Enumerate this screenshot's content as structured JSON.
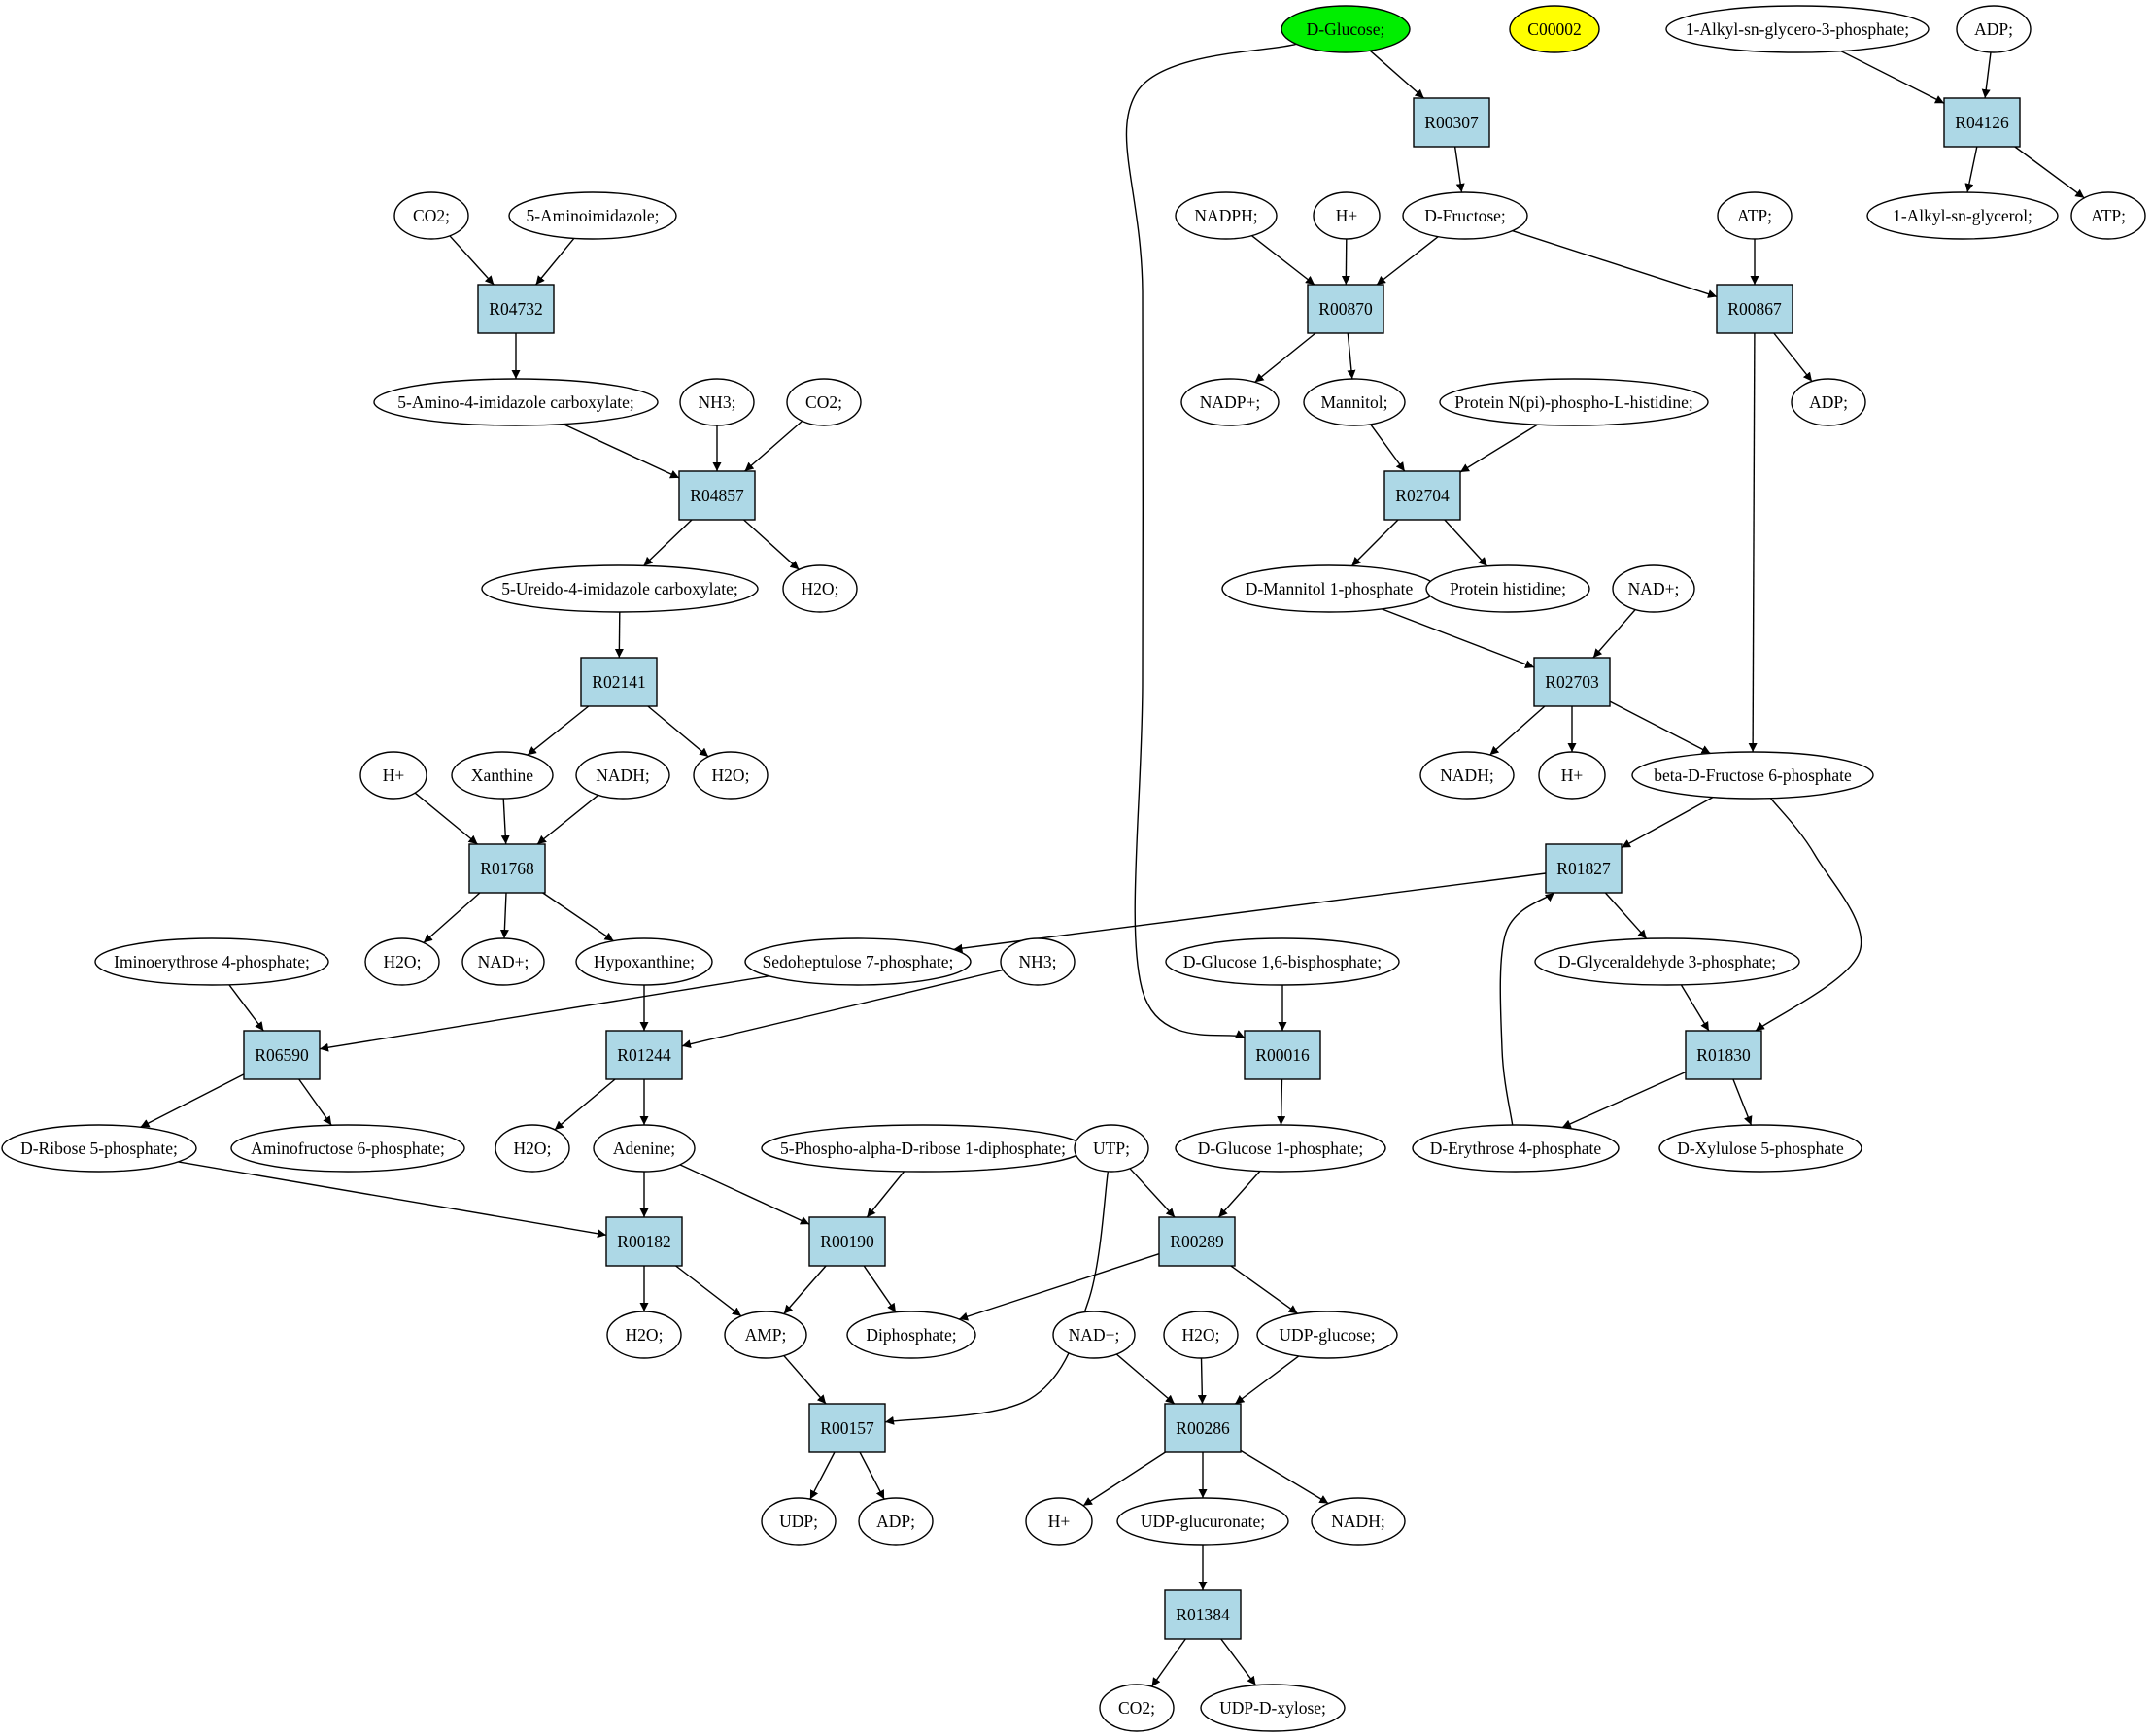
{
  "colors": {
    "reaction_fill": "#add8e6",
    "compound_fill": "#ffffff",
    "start_fill": "#00ee00",
    "marker_fill": "#ffff00",
    "stroke": "#000000"
  },
  "nodes": {
    "n_dglucose_top": "D-Glucose;",
    "n_c00002": "C00002",
    "n_alkylglycero3p": "1-Alkyl-sn-glycero-3-phosphate;",
    "n_adp_top": "ADP;",
    "r_r00307": "R00307",
    "r_r04126": "R04126",
    "n_co2_a": "CO2;",
    "n_aminoimidazole": "5-Aminoimidazole;",
    "n_nadph": "NADPH;",
    "n_h_a": "H+",
    "n_dfructose": "D-Fructose;",
    "n_atp_a": "ATP;",
    "n_alkylglycerol": "1-Alkyl-sn-glycerol;",
    "n_atp_b": "ATP;",
    "r_r04732": "R04732",
    "r_r00870": "R00870",
    "r_r00867": "R00867",
    "n_aminoimidazolecarboxylate": "5-Amino-4-imidazole carboxylate;",
    "n_nh3_a": "NH3;",
    "n_co2_b": "CO2;",
    "n_nadp": "NADP+;",
    "n_mannitol": "Mannitol;",
    "n_proteinphosphohistidine": "Protein N(pi)-phospho-L-histidine;",
    "n_adp_b": "ADP;",
    "r_r04857": "R04857",
    "r_r02704": "R02704",
    "n_ureidoimidazolecarboxylate": "5-Ureido-4-imidazole carboxylate;",
    "n_h2o_a": "H2O;",
    "n_dmannitol1p": "D-Mannitol 1-phosphate",
    "n_proteinhistidine": "Protein histidine;",
    "n_nad_a": "NAD+;",
    "r_r02141": "R02141",
    "r_r02703": "R02703",
    "n_h_b": "H+",
    "n_xanthine": "Xanthine",
    "n_nadh_a": "NADH;",
    "n_h2o_b": "H2O;",
    "n_nadh_b": "NADH;",
    "n_h_c": "H+",
    "n_betafructose6p": "beta-D-Fructose 6-phosphate",
    "r_r01768": "R01768",
    "r_r01827": "R01827",
    "n_iminoerythrose4p": "Iminoerythrose 4-phosphate;",
    "n_h2o_c": "H2O;",
    "n_nad_b": "NAD+;",
    "n_hypoxanthine": "Hypoxanthine;",
    "n_sedoheptulose7p": "Sedoheptulose 7-phosphate;",
    "n_nh3_b": "NH3;",
    "n_dglucose16bp": "D-Glucose 1,6-bisphosphate;",
    "n_dglyceraldehyde3p": "D-Glyceraldehyde 3-phosphate;",
    "r_r06590": "R06590",
    "r_r01244": "R01244",
    "r_r00016": "R00016",
    "r_r01830": "R01830",
    "n_dribose5p": "D-Ribose 5-phosphate;",
    "n_aminofructose6p": "Aminofructose 6-phosphate;",
    "n_h2o_d": "H2O;",
    "n_adenine": "Adenine;",
    "n_prpp": "5-Phospho-alpha-D-ribose 1-diphosphate;",
    "n_utp": "UTP;",
    "n_dglucose1p": "D-Glucose 1-phosphate;",
    "n_derythrose4p": "D-Erythrose 4-phosphate",
    "n_dxylulose5p": "D-Xylulose 5-phosphate",
    "r_r00182": "R00182",
    "r_r00190": "R00190",
    "r_r00289": "R00289",
    "n_h2o_e": "H2O;",
    "n_amp": "AMP;",
    "n_diphosphate": "Diphosphate;",
    "n_nad_c": "NAD+;",
    "n_h2o_f": "H2O;",
    "n_udpglucose": "UDP-glucose;",
    "r_r00157": "R00157",
    "r_r00286": "R00286",
    "n_udp": "UDP;",
    "n_adp_c": "ADP;",
    "n_h_d": "H+",
    "n_udpglucuronate": "UDP-glucuronate;",
    "n_nadh_c": "NADH;",
    "r_r01384": "R01384",
    "n_co2_c": "CO2;",
    "n_udpxylose": "UDP-D-xylose;"
  }
}
